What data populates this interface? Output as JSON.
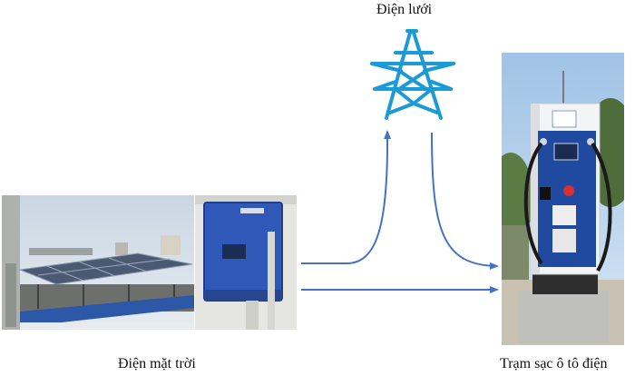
{
  "labels": {
    "grid": "Điện lưới",
    "solar": "Điện mặt trời",
    "station": "Trạm sạc ô tô điện"
  },
  "colors": {
    "arrow": "#4472c4",
    "tower": "#1a9bd7"
  },
  "icons": {
    "grid": "power-tower-icon"
  }
}
